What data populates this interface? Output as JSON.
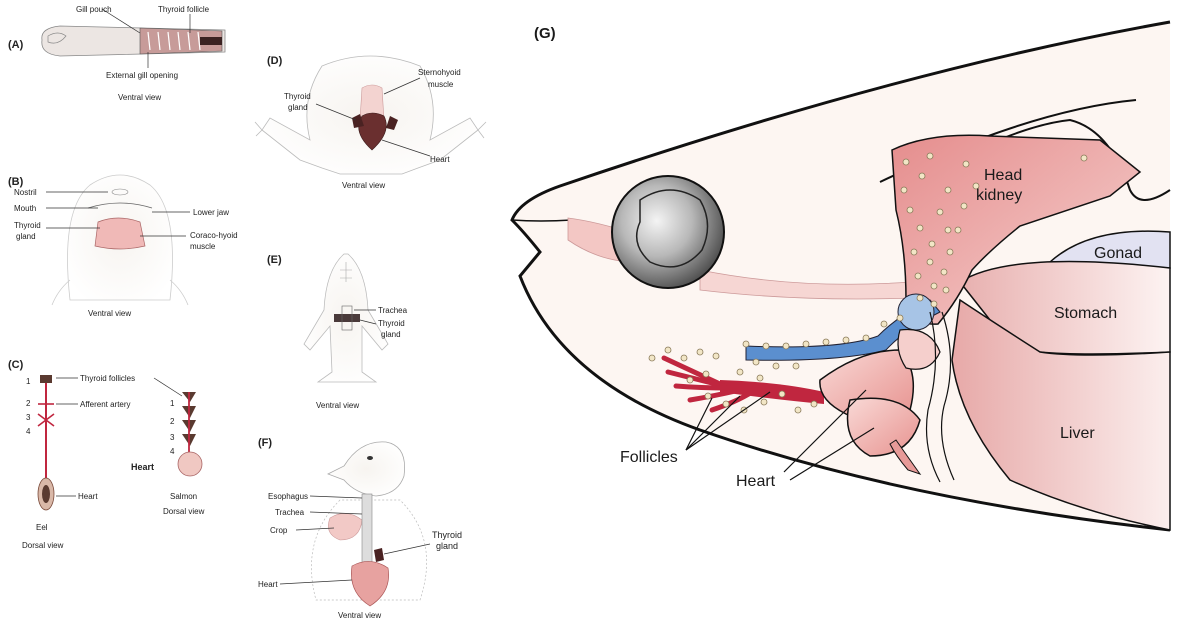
{
  "panels": {
    "a": {
      "letter": "(A)",
      "labels": [
        "Gill pouch",
        "Thyroid follicle",
        "External gill opening"
      ],
      "view": "Ventral view"
    },
    "b": {
      "letter": "(B)",
      "labels": [
        "Nostril",
        "Mouth",
        "Thyroid",
        "gland",
        "Lower jaw",
        "Coraco-hyoid",
        "muscle"
      ],
      "view": "Ventral view"
    },
    "c": {
      "letter": "(C)",
      "labels": [
        "Thyroid follicles",
        "Afferent artery",
        "Heart",
        "Heart"
      ],
      "numbers": [
        "1",
        "2",
        "3",
        "4",
        "1",
        "2",
        "3",
        "4"
      ],
      "eel_caption": [
        "Eel",
        "Dorsal view"
      ],
      "salmon_caption": [
        "Salmon",
        "Dorsal view"
      ]
    },
    "d": {
      "letter": "(D)",
      "labels": [
        "Sternohyoid",
        "muscle",
        "Thyroid",
        "gland",
        "Heart"
      ],
      "view": "Ventral view"
    },
    "e": {
      "letter": "(E)",
      "labels": [
        "Trachea",
        "Thyroid",
        "gland"
      ],
      "view": "Ventral view"
    },
    "f": {
      "letter": "(F)",
      "labels": [
        "Esophagus",
        "Trachea",
        "Crop",
        "Thyroid",
        "gland",
        "Heart"
      ],
      "view": "Ventral view"
    },
    "g": {
      "letter": "(G)",
      "labels": [
        "Head",
        "kidney",
        "Gonad",
        "Stomach",
        "Liver",
        "Follicles",
        "Heart"
      ]
    }
  },
  "colors": {
    "tissue_pink": "#f3c7c4",
    "kidney_red": "#e79a98",
    "artery_red": "#c0263f",
    "vein_blue": "#5b8fcf",
    "follicle_dot": "#f2e6c6",
    "gonad_lilac": "#e2e2f2",
    "eye_gray": "#8a8a8a"
  }
}
